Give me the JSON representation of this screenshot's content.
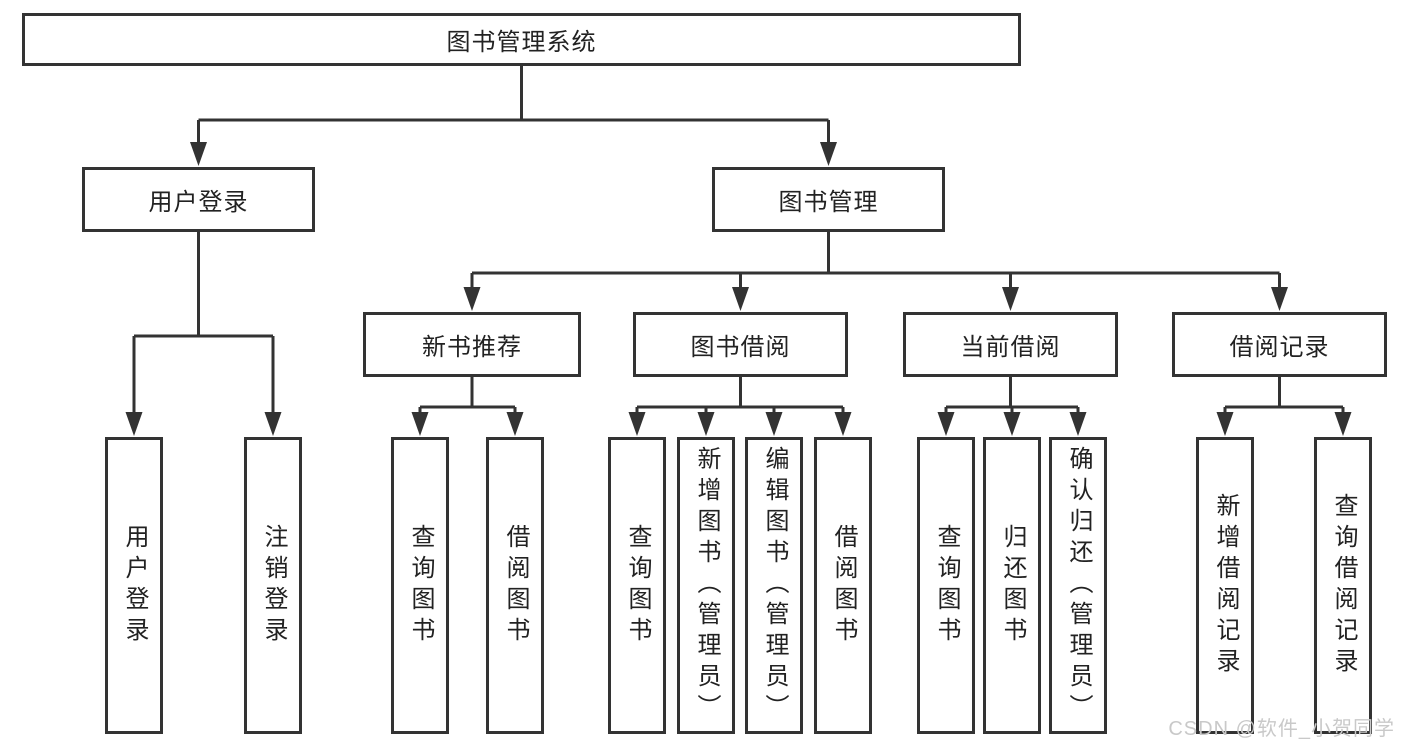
{
  "diagram": {
    "title": "图书管理系统",
    "root": {
      "label": "图书管理系统"
    },
    "level2": [
      {
        "label": "用户登录"
      },
      {
        "label": "图书管理"
      }
    ],
    "level3": [
      {
        "label": "新书推荐"
      },
      {
        "label": "图书借阅"
      },
      {
        "label": "当前借阅"
      },
      {
        "label": "借阅记录"
      }
    ],
    "leaves": {
      "user_login": [
        "用户登录",
        "注销登录"
      ],
      "new_book": [
        "查询图书",
        "借阅图书"
      ],
      "borrow": [
        "查询图书",
        "新增图书（管理员）",
        "编辑图书（管理员）",
        "借阅图书"
      ],
      "current": [
        "查询图书",
        "归还图书",
        "确认归还（管理员）"
      ],
      "records": [
        "新增借阅记录",
        "查询借阅记录"
      ]
    },
    "colors": {
      "line": "#333333",
      "text": "#222222",
      "background": "#ffffff",
      "watermark": "#c9c9c9"
    },
    "watermark": "CSDN @软件_小贺同学"
  }
}
